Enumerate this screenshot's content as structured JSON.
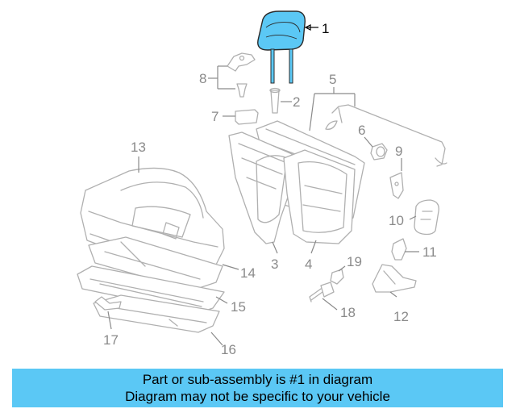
{
  "callouts": {
    "c1": "1",
    "c2": "2",
    "c3": "3",
    "c4": "4",
    "c5": "5",
    "c6": "6",
    "c7": "7",
    "c8": "8",
    "c9": "9",
    "c10": "10",
    "c11": "11",
    "c12": "12",
    "c13": "13",
    "c14": "14",
    "c15": "15",
    "c16": "16",
    "c17": "17",
    "c18": "18",
    "c19": "19"
  },
  "highlight": {
    "part": "1",
    "color": "#5bc8f5"
  },
  "banner": {
    "line1": "Part or sub-assembly is #1 in diagram",
    "line2": "Diagram may not be specific to your vehicle",
    "color": "#5bc8f5"
  }
}
